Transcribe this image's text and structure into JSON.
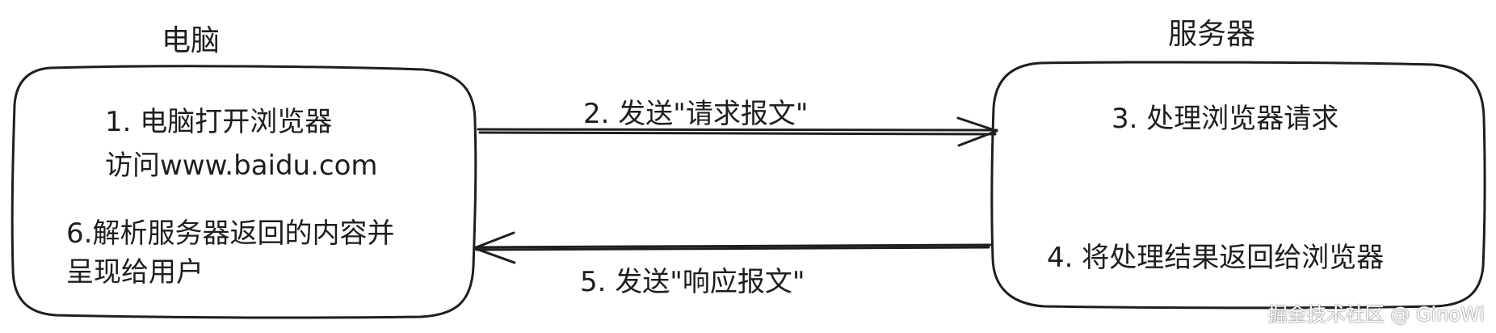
{
  "nodes": {
    "computer": {
      "title": "电脑",
      "line1": "1. 电脑打开浏览器",
      "line2": "访问www.baidu.com",
      "line3": "6.解析服务器返回的内容并",
      "line4": "呈现给用户"
    },
    "server": {
      "title": "服务器",
      "line1": "3. 处理浏览器请求",
      "line2": "4. 将处理结果返回给浏览器"
    }
  },
  "edges": {
    "request": {
      "label": "2. 发送\"请求报文\"",
      "direction": "computer-to-server"
    },
    "response": {
      "label": "5. 发送\"响应报文\"",
      "direction": "server-to-computer"
    }
  },
  "watermark": "掘金技术社区 @ GinoWi",
  "colors": {
    "stroke": "#1e1e1e",
    "background": "#ffffff"
  }
}
